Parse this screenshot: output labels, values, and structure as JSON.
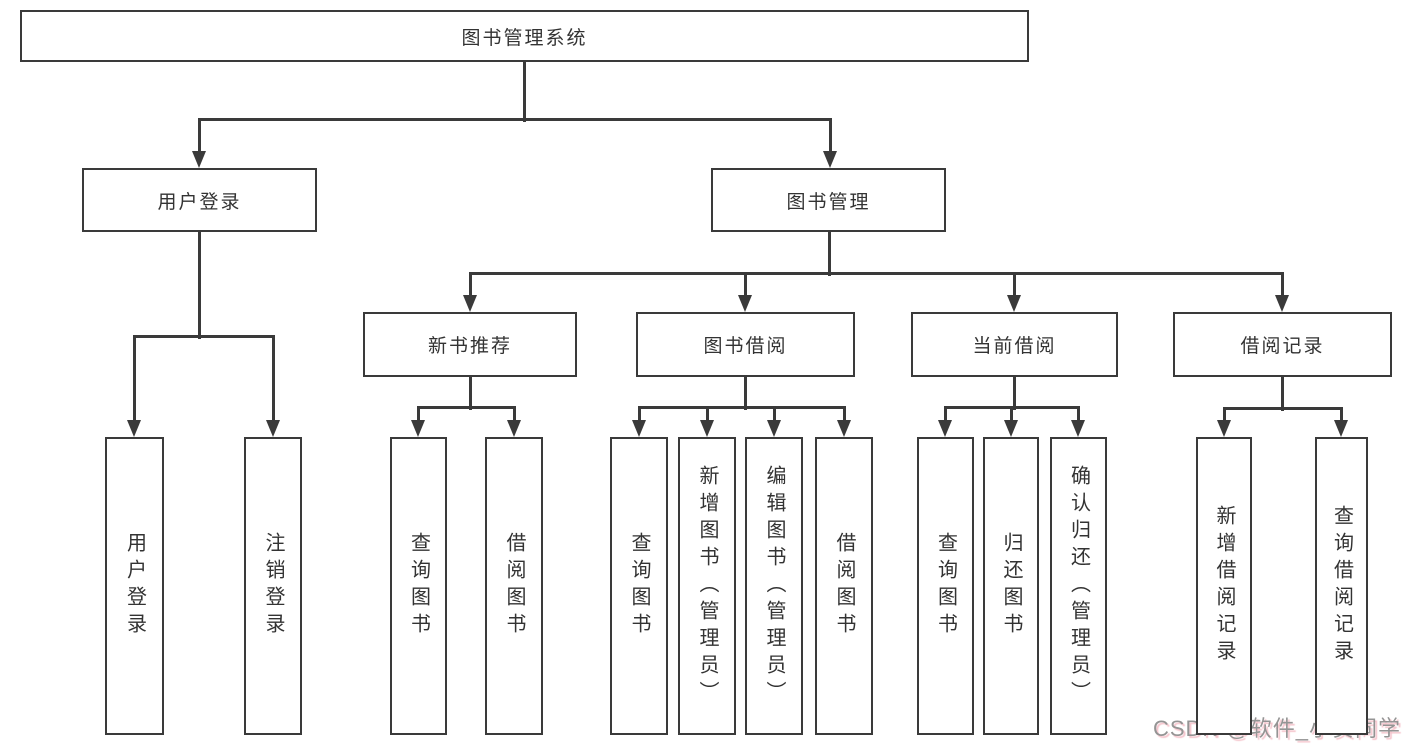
{
  "diagram": {
    "title": "图书管理系统",
    "watermark": "CSDN @软件_小贺同学",
    "colors": {
      "line": "#3a3a3a",
      "box_border": "#3a3a3a",
      "text": "#333333",
      "watermark": "#949494",
      "background": "#ffffff"
    },
    "nodes": [
      {
        "id": "root",
        "label": "图书管理系统",
        "parent": null
      },
      {
        "id": "user_login",
        "label": "用户登录",
        "parent": "root"
      },
      {
        "id": "book_mgmt",
        "label": "图书管理",
        "parent": "root"
      },
      {
        "id": "login",
        "label": "用户登录",
        "parent": "user_login"
      },
      {
        "id": "logout",
        "label": "注销登录",
        "parent": "user_login"
      },
      {
        "id": "new_book_rec",
        "label": "新书推荐",
        "parent": "book_mgmt"
      },
      {
        "id": "book_borrow",
        "label": "图书借阅",
        "parent": "book_mgmt"
      },
      {
        "id": "current_borrow",
        "label": "当前借阅",
        "parent": "book_mgmt"
      },
      {
        "id": "borrow_record",
        "label": "借阅记录",
        "parent": "book_mgmt"
      },
      {
        "id": "query_book_1",
        "label": "查询图书",
        "parent": "new_book_rec"
      },
      {
        "id": "borrow_book_1",
        "label": "借阅图书",
        "parent": "new_book_rec"
      },
      {
        "id": "query_book_2",
        "label": "查询图书",
        "parent": "book_borrow"
      },
      {
        "id": "add_book",
        "label": "新增图书（管理员）",
        "parent": "book_borrow"
      },
      {
        "id": "edit_book",
        "label": "编辑图书（管理员）",
        "parent": "book_borrow"
      },
      {
        "id": "borrow_book_2",
        "label": "借阅图书",
        "parent": "book_borrow"
      },
      {
        "id": "query_book_3",
        "label": "查询图书",
        "parent": "current_borrow"
      },
      {
        "id": "return_book",
        "label": "归还图书",
        "parent": "current_borrow"
      },
      {
        "id": "confirm_return",
        "label": "确认归还（管理员）",
        "parent": "current_borrow"
      },
      {
        "id": "add_borrow_record",
        "label": "新增借阅记录",
        "parent": "borrow_record"
      },
      {
        "id": "query_borrow_record",
        "label": "查询借阅记录",
        "parent": "borrow_record"
      }
    ]
  }
}
